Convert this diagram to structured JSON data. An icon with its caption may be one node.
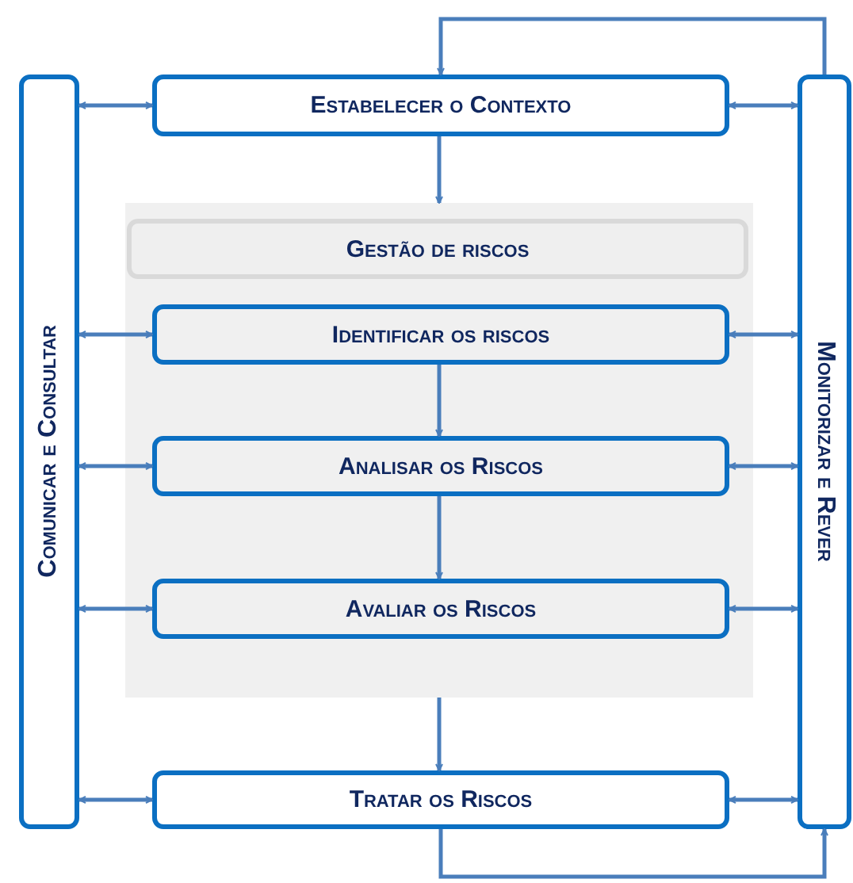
{
  "diagram": {
    "nodes": [
      {
        "text": [
          "Comunicar e Consultar"
        ]
      },
      {
        "text": [
          "Estabelecer o Contexto"
        ]
      },
      {
        "text": [],
        "shape": "box"
      },
      {
        "text": [
          "Gestão de riscos"
        ],
        "in": 2
      },
      {
        "text": [
          "Identificar os riscos"
        ],
        "in": 2
      },
      {
        "text": [
          "Analisar os Riscos"
        ],
        "in": 2
      },
      {
        "text": [
          "Avaliar os Riscos"
        ],
        "in": 2
      },
      {
        "text": [
          "Tratar os Riscos"
        ]
      },
      {
        "text": [
          "Monitorizar e Rever"
        ]
      }
    ],
    "edges": [
      {
        "from": 0,
        "to": 1,
        "arrow": "both"
      },
      {
        "from": 1,
        "to": 8,
        "arrow": "both"
      },
      {
        "from": 8,
        "to": 1,
        "arrow": "to"
      },
      {
        "from": 1,
        "to": 2,
        "arrow": "to"
      },
      {
        "from": 0,
        "to": 4,
        "arrow": "both"
      },
      {
        "from": 4,
        "to": 8,
        "arrow": "both"
      },
      {
        "from": 4,
        "to": 5,
        "arrow": "to"
      },
      {
        "from": 0,
        "to": 5,
        "arrow": "both"
      },
      {
        "from": 5,
        "to": 8,
        "arrow": "both"
      },
      {
        "from": 5,
        "to": 6,
        "arrow": "to"
      },
      {
        "from": 0,
        "to": 6,
        "arrow": "both"
      },
      {
        "from": 6,
        "to": 8,
        "arrow": "both"
      },
      {
        "from": 2,
        "to": 7,
        "arrow": "to"
      },
      {
        "from": 0,
        "to": 7,
        "arrow": "both"
      },
      {
        "from": 7,
        "to": 8,
        "arrow": "both"
      },
      {
        "from": 7,
        "to": 8,
        "arrow": "to"
      }
    ]
  }
}
